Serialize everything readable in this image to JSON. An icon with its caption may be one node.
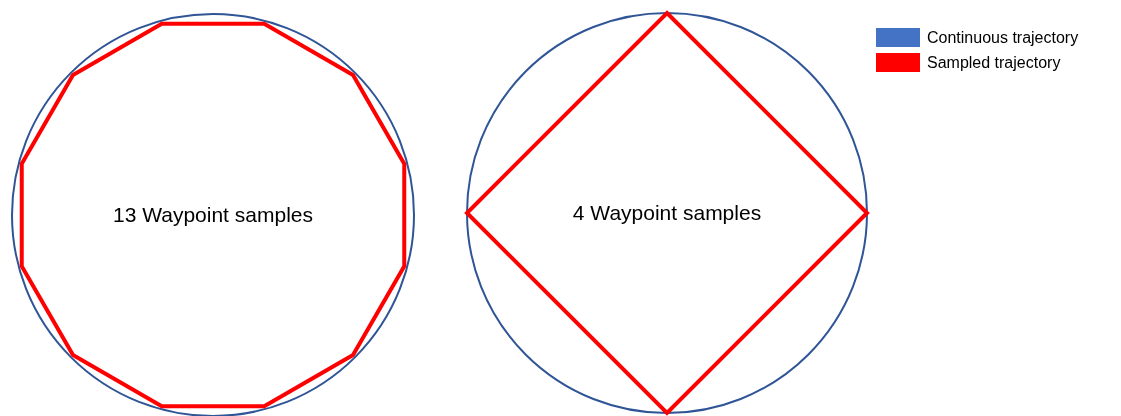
{
  "diagram": {
    "nodes": [
      {
        "text": [
          "13 Waypoint samples"
        ]
      },
      {
        "text": [
          "4 Waypoint samples"
        ]
      }
    ],
    "legend": [
      {
        "text": "Continuous trajectory",
        "color": "#4472c4"
      },
      {
        "text": "Sampled trajectory",
        "color": "#ff0000"
      }
    ]
  }
}
